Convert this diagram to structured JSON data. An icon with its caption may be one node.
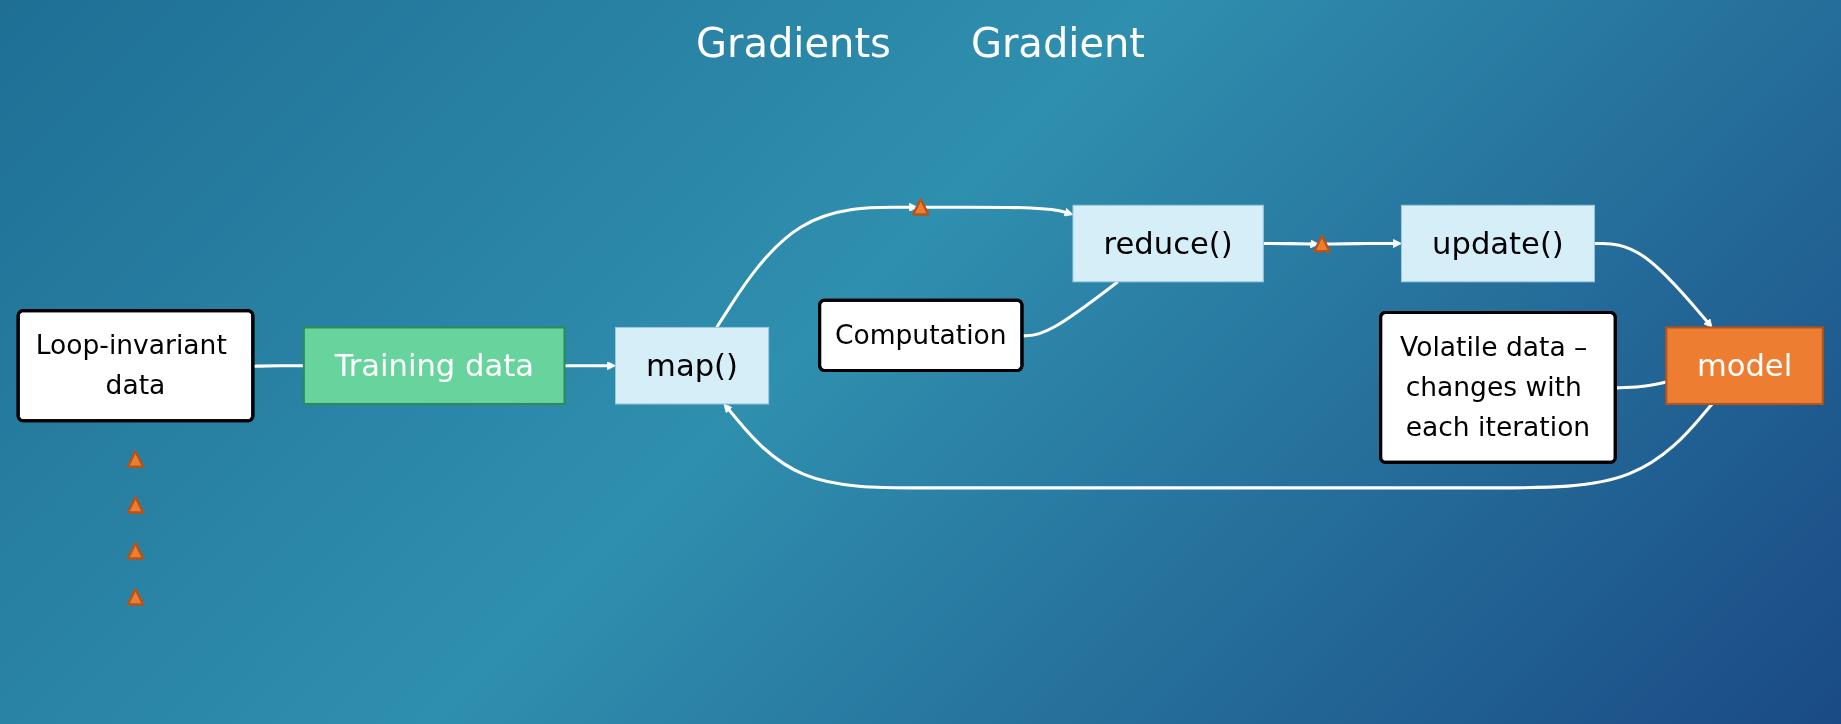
{
  "diagram": {
    "nodes": [
      {
        "text": [
          "Loop-invariant data"
        ]
      },
      {
        "text": [
          "Training data"
        ]
      },
      {
        "text": [
          "map()"
        ]
      },
      {
        "text": [],
        "shape": "triangle"
      },
      {
        "text": [],
        "shape": "triangle"
      },
      {
        "text": [],
        "shape": "triangle"
      },
      {
        "text": [],
        "shape": "triangle"
      },
      {
        "text": [],
        "shape": "triangle"
      },
      {
        "text": [
          "Computation"
        ]
      },
      {
        "text": [
          "reduce()"
        ]
      },
      {
        "text": [],
        "shape": "triangle"
      },
      {
        "text": [
          "update()"
        ]
      },
      {
        "text": [
          "model"
        ]
      },
      {
        "text": [
          "Volatile data – changes with each iteration"
        ]
      }
    ],
    "edges": [
      {
        "from": 0,
        "to": 1,
        "arrow": "none"
      },
      {
        "from": 1,
        "to": 2,
        "arrow": "to"
      },
      {
        "from": 2,
        "to": 5,
        "arrow": "to"
      },
      {
        "from": 5,
        "to": 9,
        "arrow": "to"
      },
      {
        "from": 8,
        "to": 9,
        "arrow": "none"
      },
      {
        "from": 9,
        "to": 10,
        "arrow": "to"
      },
      {
        "from": 10,
        "to": 11,
        "arrow": "to"
      },
      {
        "from": 11,
        "to": 12,
        "arrow": "to"
      },
      {
        "from": 12,
        "to": 2,
        "arrow": "to"
      },
      {
        "from": 13,
        "to": 12,
        "arrow": "none"
      }
    ],
    "labels": [
      "Gradients",
      "Gradient"
    ]
  }
}
